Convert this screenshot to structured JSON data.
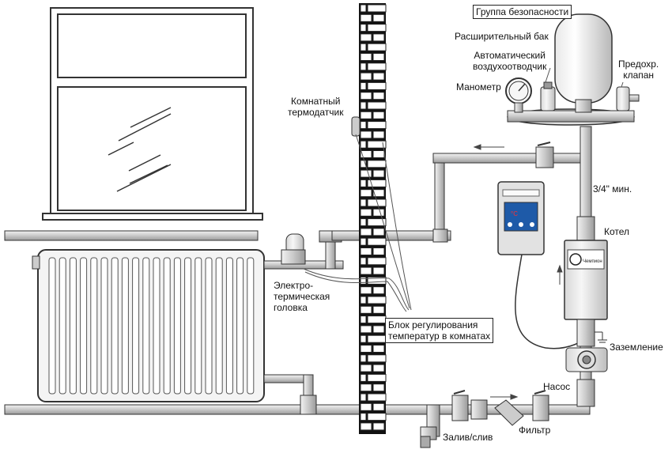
{
  "labels": {
    "safety_group": "Группа безопасности",
    "expansion_tank": "Расширительный бак",
    "air_vent_line1": "Автоматический",
    "air_vent_line2": "воздухоотводчик",
    "safety_valve_line1": "Предохр.",
    "safety_valve_line2": "клапан",
    "manometer": "Манометр",
    "room_sensor_line1": "Комнатный",
    "room_sensor_line2": "термодатчик",
    "pipe_size": "3/4\" мин.",
    "boiler": "Котел",
    "thermo_head_line1": "Электро-",
    "thermo_head_line2": "термическая",
    "thermo_head_line3": "головка",
    "control_unit_line1": "Блок регулирования",
    "control_unit_line2": "температур в комнатах",
    "grounding": "Заземление",
    "pump": "Насос",
    "filter": "Фильтр",
    "fill_drain": "Залив/слив"
  },
  "controller_display": "°C",
  "boiler_brand": "Чемпион",
  "colors": {
    "line": "#333333",
    "pipe_fill": "#d9d9d9",
    "brick_fill": "#ffffff",
    "brick_stroke": "#222222",
    "panel_fill": "#e6e6e6",
    "display_fill": "#1e5aa8",
    "display_text": "#ff3030"
  }
}
